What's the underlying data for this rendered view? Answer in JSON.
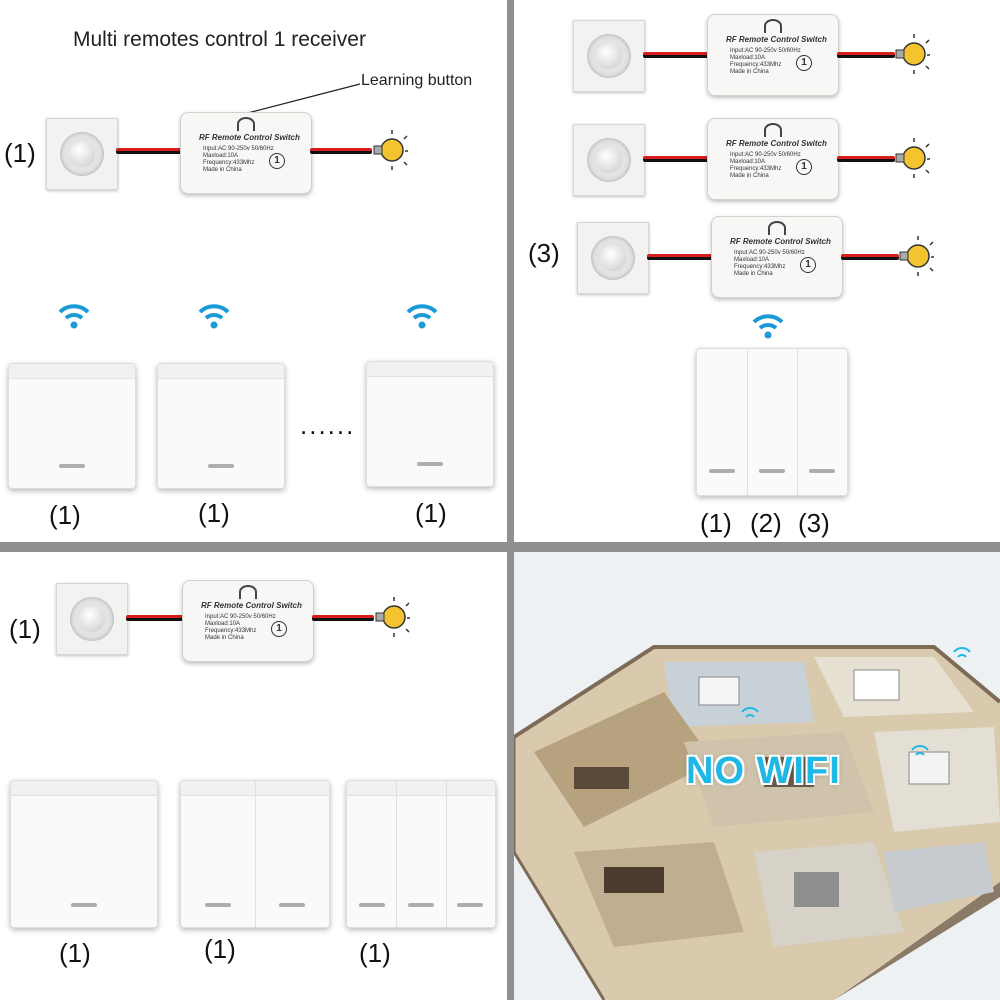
{
  "panel1": {
    "title": "Multi remotes control 1 receiver",
    "learning_button": "Learning button",
    "receiver_label": "(1)",
    "remote_labels": [
      "(1)",
      "(1)",
      "(1)"
    ],
    "ellipsis": "......"
  },
  "panel2": {
    "receiver_label": "(3)",
    "remote_labels": [
      "(1)",
      "(2)",
      "(3)"
    ]
  },
  "panel3": {
    "receiver_label": "(1)",
    "remote_labels": [
      "(1)",
      "(1)",
      "(1)"
    ]
  },
  "panel4": {
    "badge": "NO WIFI"
  },
  "module": {
    "title": "RF Remote Control Switch",
    "specs": "Input:AC 90-250v 50/60Hz\nMaxload:10A\nFrequency:433Mhz\nMade in China",
    "mark": "1"
  },
  "colors": {
    "wifi": "#1a9ad6",
    "divider": "#8f8f8f",
    "badge": "#1fb8e6"
  }
}
